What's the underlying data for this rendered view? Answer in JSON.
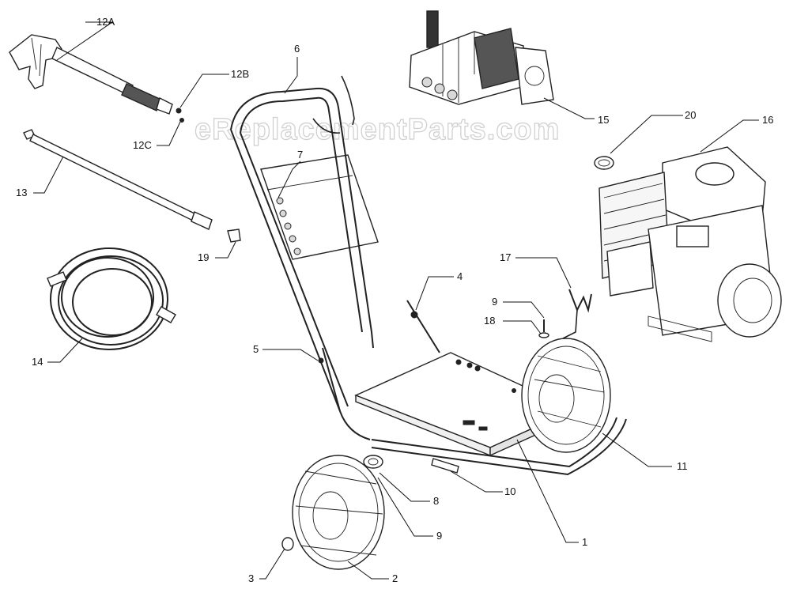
{
  "watermark": "eReplacementParts.com",
  "callouts": [
    {
      "id": "12A",
      "label": "12A"
    },
    {
      "id": "12B",
      "label": "12B"
    },
    {
      "id": "12C",
      "label": "12C"
    },
    {
      "id": "13",
      "label": "13"
    },
    {
      "id": "14",
      "label": "14"
    },
    {
      "id": "19",
      "label": "19"
    },
    {
      "id": "6",
      "label": "6"
    },
    {
      "id": "7",
      "label": "7"
    },
    {
      "id": "15",
      "label": "15"
    },
    {
      "id": "20",
      "label": "20"
    },
    {
      "id": "16",
      "label": "16"
    },
    {
      "id": "17",
      "label": "17"
    },
    {
      "id": "9a",
      "label": "9"
    },
    {
      "id": "18",
      "label": "18"
    },
    {
      "id": "4",
      "label": "4"
    },
    {
      "id": "5",
      "label": "5"
    },
    {
      "id": "11",
      "label": "11"
    },
    {
      "id": "10",
      "label": "10"
    },
    {
      "id": "8",
      "label": "8"
    },
    {
      "id": "9b",
      "label": "9"
    },
    {
      "id": "1",
      "label": "1"
    },
    {
      "id": "2",
      "label": "2"
    },
    {
      "id": "3",
      "label": "3"
    }
  ]
}
